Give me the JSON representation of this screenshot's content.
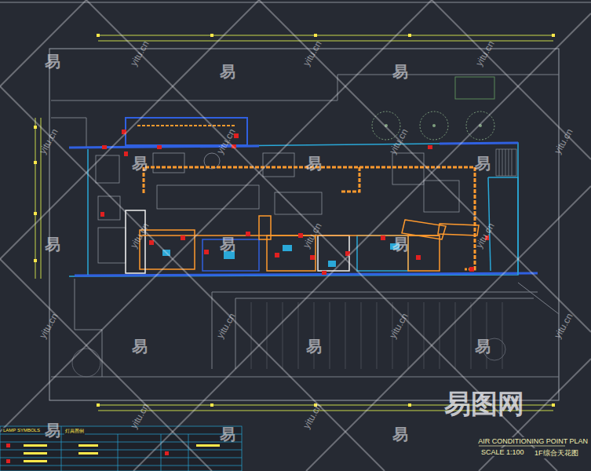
{
  "diagram": {
    "title": "AIR CONDITIONING POINT PLAN",
    "labels": [
      "SCALE 1:100",
      "1F综合天花图",
      "LAMP SYMBOLS",
      "灯具图例",
      "易图网",
      "易",
      "易",
      "易",
      "易",
      "易",
      "易",
      "易",
      "易",
      "易",
      "易",
      "易",
      "易",
      "易",
      "易",
      "易",
      "yitu.cn",
      "yitu.cn",
      "yitu.cn",
      "yitu.cn",
      "yitu.cn",
      "yitu.cn",
      "yitu.cn",
      "yitu.cn",
      "yitu.cn",
      "yitu.cn",
      "yitu.cn",
      "yitu.cn",
      "yitu.cn",
      "yitu.cn",
      "yitu.cn",
      "yitu.cn"
    ]
  }
}
